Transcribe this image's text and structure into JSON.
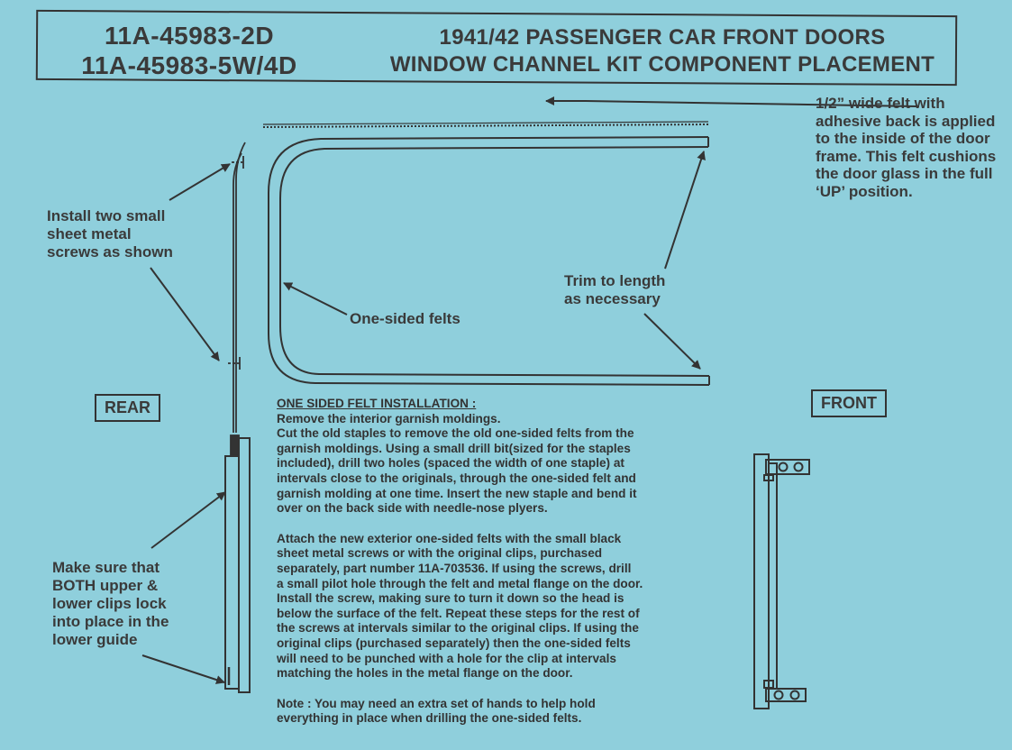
{
  "header": {
    "part_numbers": [
      "11A-45983-2D",
      "11A-45983-5W/4D"
    ],
    "title_lines": [
      "1941/42 PASSENGER CAR FRONT DOORS",
      "WINDOW CHANNEL KIT COMPONENT PLACEMENT"
    ]
  },
  "callouts": {
    "felt_note": [
      "1/2” wide felt with",
      "adhesive back is applied",
      "to the  inside of the door",
      "frame.  This felt cushions",
      "the door glass in the full",
      "‘UP’ position."
    ],
    "screws_note": [
      "Install two small",
      "sheet metal",
      "screws as shown"
    ],
    "trim_note": [
      "Trim to length",
      "as necessary"
    ],
    "felts_label": "One-sided felts",
    "clips_note": [
      "Make sure that",
      "BOTH upper &",
      "lower clips lock",
      "into place in the",
      "lower guide"
    ]
  },
  "side_labels": {
    "rear": "REAR",
    "front": "FRONT"
  },
  "instructions": {
    "heading": "ONE SIDED FELT INSTALLATION :",
    "para1": [
      "Remove the interior garnish moldings.",
      "Cut the old staples to remove the old one-sided felts from the",
      "garnish moldings.  Using a small drill bit(sized for the staples",
      "included),  drill two holes (spaced the width of one staple) at",
      "intervals close to the originals, through the one-sided felt and",
      "garnish molding at one time.  Insert the new staple and bend it",
      "over on the back side with needle-nose plyers."
    ],
    "para2": [
      "Attach the new exterior  one-sided felts with the small black",
      "sheet metal screws or with the original clips, purchased",
      "separately, part number 11A-703536.  If using the screws,  drill",
      "a small pilot hole through the felt and metal flange on the door.",
      "Install the screw, making sure to turn it down so the head is",
      "below the surface of the felt.  Repeat these steps for the rest of",
      "the screws at intervals similar to the original clips.  If using the",
      "original clips (purchased separately) then the one-sided felts",
      "will need to be punched with a hole for the clip at intervals",
      "matching the holes in the metal flange on the door."
    ],
    "note": [
      "Note : You may need an extra set of hands to help hold",
      "everything in place when drilling the one-sided felts."
    ]
  },
  "colors": {
    "background": "#8fcfdc",
    "ink": "#333333"
  }
}
